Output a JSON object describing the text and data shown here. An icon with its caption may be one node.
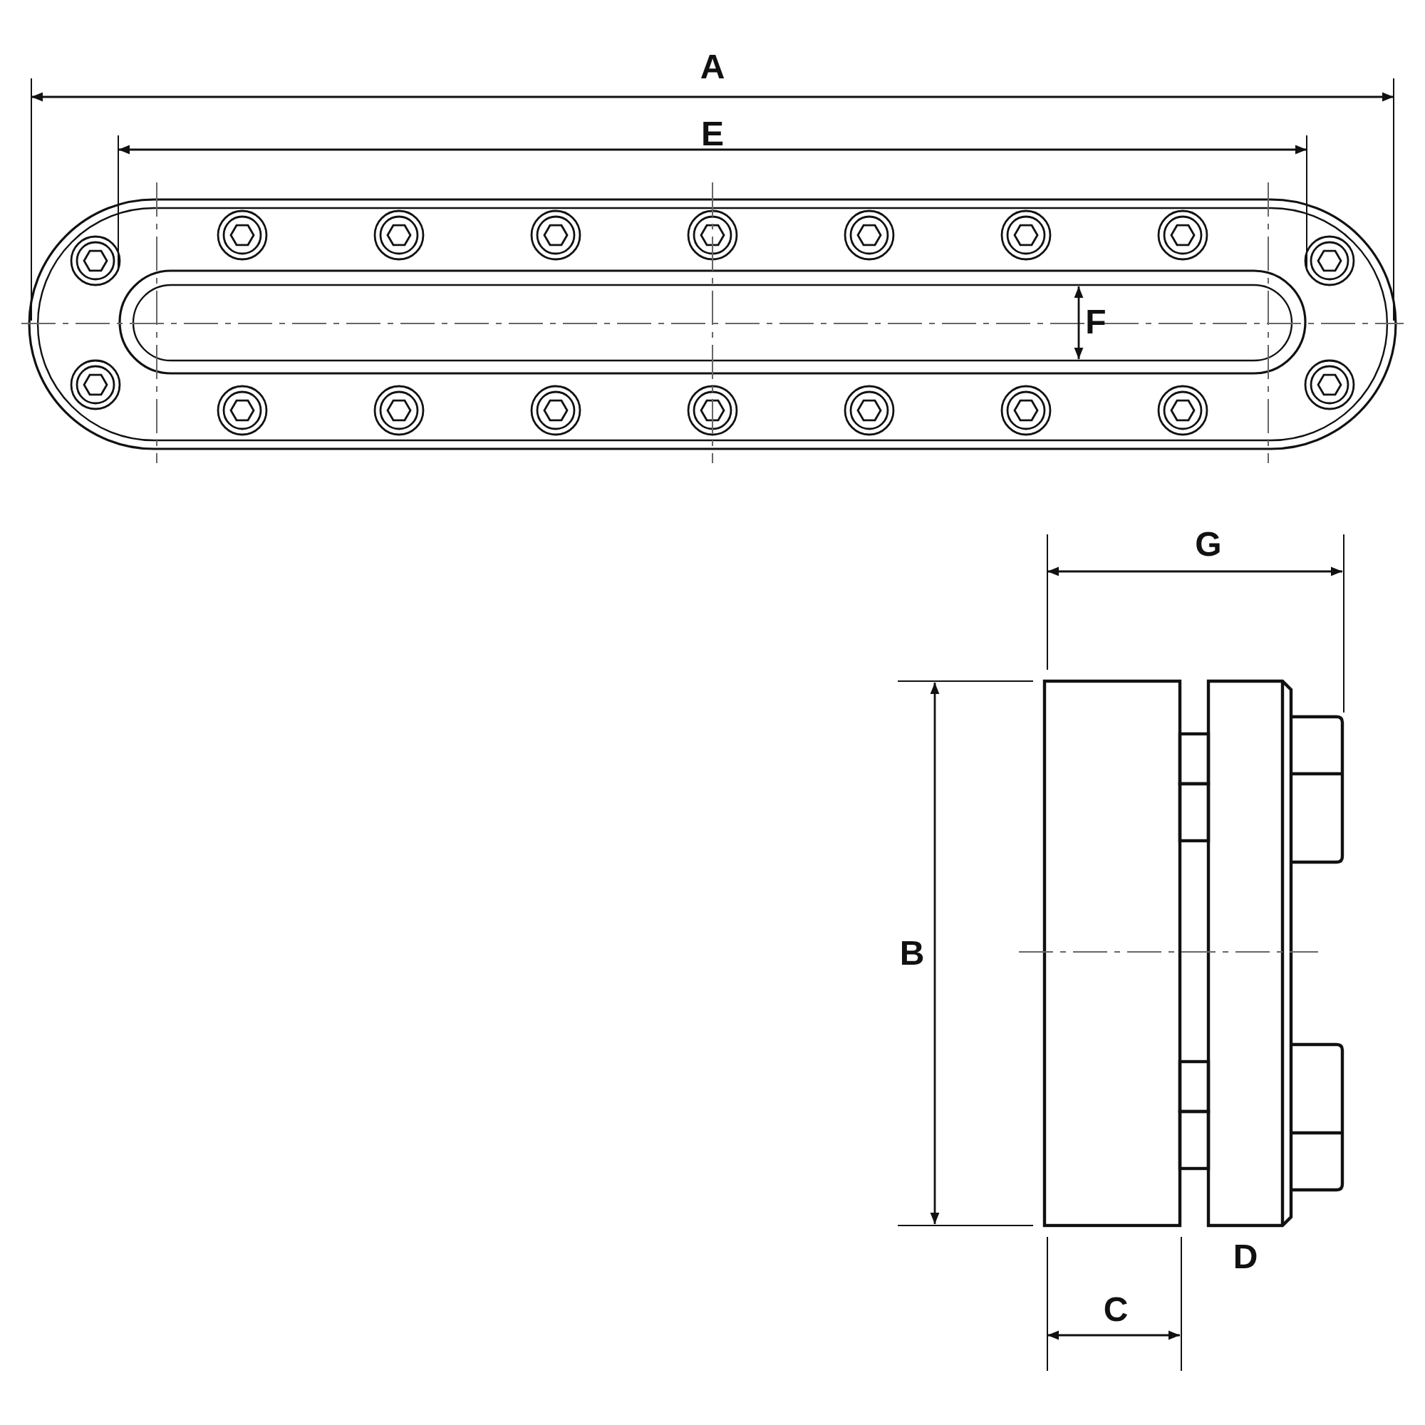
{
  "diagram": {
    "labels": [
      "A",
      "E",
      "F",
      "G",
      "B",
      "D",
      "C"
    ]
  }
}
